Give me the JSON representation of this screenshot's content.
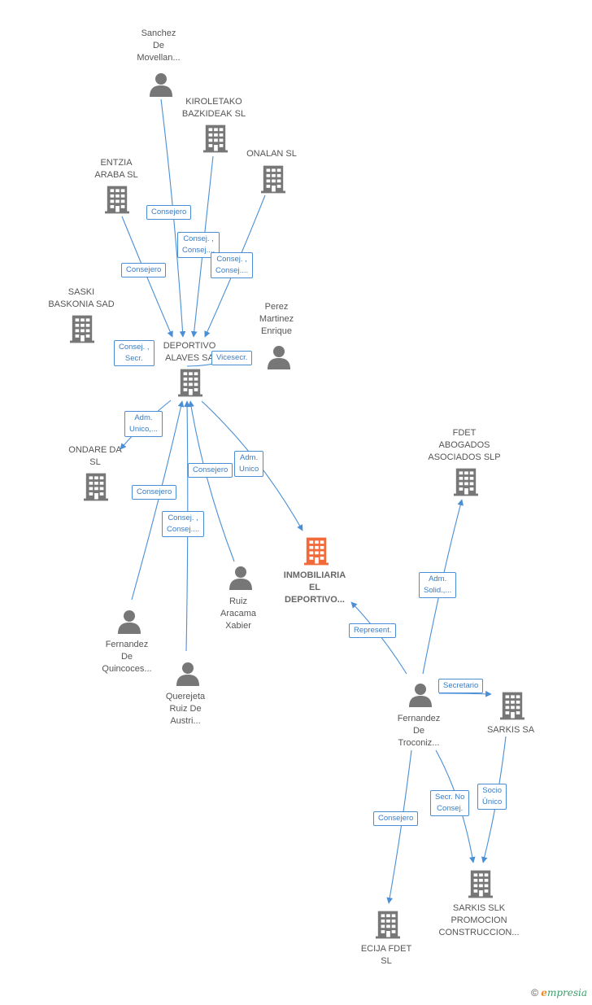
{
  "colors": {
    "edge": "#4a8fd6",
    "node_icon": "#777777",
    "main_icon": "#f26a3a"
  },
  "nodes": [
    {
      "id": "sanchez",
      "type": "person",
      "label": "Sanchez\nDe\nMovellan..."
    },
    {
      "id": "kiroletako",
      "type": "company",
      "label": "KIROLETAKO\nBAZKIDEAK  SL"
    },
    {
      "id": "onalan",
      "type": "company",
      "label": "ONALAN  SL"
    },
    {
      "id": "entzia",
      "type": "company",
      "label": "ENTZIA\nARABA  SL"
    },
    {
      "id": "saski",
      "type": "company",
      "label": "SASKI\nBASKONIA SAD"
    },
    {
      "id": "perez",
      "type": "person",
      "label": "Perez\nMartinez\nEnrique"
    },
    {
      "id": "deportivo",
      "type": "company",
      "label": "DEPORTIVO\nALAVES SA"
    },
    {
      "id": "ondare",
      "type": "company",
      "label": "ONDARE DA\nSL"
    },
    {
      "id": "inmobiliaria",
      "type": "main",
      "label": "INMOBILIARIA\nEL\nDEPORTIVO..."
    },
    {
      "id": "ruiz",
      "type": "person",
      "label": "Ruiz\nAracama\nXabier"
    },
    {
      "id": "fernandez_q",
      "type": "person",
      "label": "Fernandez\nDe\nQuincoces..."
    },
    {
      "id": "querejeta",
      "type": "person",
      "label": "Querejeta\nRuiz De\nAustri..."
    },
    {
      "id": "fdet",
      "type": "company",
      "label": "FDET\nABOGADOS\nASOCIADOS SLP"
    },
    {
      "id": "fernandez_t",
      "type": "person",
      "label": "Fernandez\nDe\nTroconiz..."
    },
    {
      "id": "sarkis",
      "type": "company",
      "label": "SARKIS SA"
    },
    {
      "id": "sarkis_slk",
      "type": "company",
      "label": "SARKIS SLK\nPROMOCION\nCONSTRUCCION..."
    },
    {
      "id": "ecija",
      "type": "company",
      "label": "ECIJA FDET\nSL"
    }
  ],
  "edges": [
    {
      "id": "e1",
      "label": "Consejero"
    },
    {
      "id": "e2",
      "label": "Consej. ,\nConsej...."
    },
    {
      "id": "e3",
      "label": "Consej. ,\nConsej...."
    },
    {
      "id": "e4",
      "label": "Consejero"
    },
    {
      "id": "e5",
      "label": "Consej. ,\nSecr."
    },
    {
      "id": "e6",
      "label": "Vicesecr."
    },
    {
      "id": "e7",
      "label": "Adm.\nUnico,..."
    },
    {
      "id": "e8",
      "label": "Consejero"
    },
    {
      "id": "e9",
      "label": "Adm.\nUnico"
    },
    {
      "id": "e10",
      "label": "Consejero"
    },
    {
      "id": "e11",
      "label": "Consej. ,\nConsej...."
    },
    {
      "id": "e12",
      "label": "Adm.\nSolid.,..."
    },
    {
      "id": "e13",
      "label": "Represent."
    },
    {
      "id": "e14",
      "label": "Secretario"
    },
    {
      "id": "e15",
      "label": "Secr.  No\nConsej."
    },
    {
      "id": "e16",
      "label": "Socio\nÚnico"
    },
    {
      "id": "e17",
      "label": "Consejero"
    }
  ],
  "footer": {
    "copyright": "©",
    "brand_first": "e",
    "brand_rest": "mpresia"
  }
}
